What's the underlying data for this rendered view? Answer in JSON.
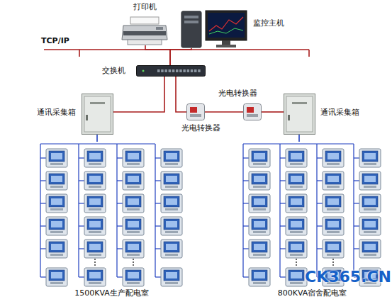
{
  "diagram": {
    "nodes": [
      {
        "text": [
          "打印机"
        ]
      },
      {
        "text": [
          "监控主机"
        ]
      },
      {
        "text": [
          "交换机"
        ]
      },
      {
        "text": [
          "通讯采集箱"
        ]
      },
      {
        "text": [
          "光电转换器"
        ]
      },
      {
        "text": [
          "光电转换器"
        ]
      },
      {
        "text": [
          "通讯采集箱"
        ]
      },
      {
        "text": [
          "1500KVA生产配电室"
        ]
      },
      {
        "text": [
          "800KVA宿舍配电室"
        ]
      }
    ],
    "edges": [
      {
        "from": 0,
        "to": 2,
        "arrow": "none"
      },
      {
        "from": 1,
        "to": 2,
        "arrow": "none"
      },
      {
        "from": 2,
        "to": 3,
        "arrow": "none"
      },
      {
        "from": 2,
        "to": 4,
        "arrow": "none"
      },
      {
        "from": 4,
        "to": 5,
        "arrow": "none"
      },
      {
        "from": 5,
        "to": 6,
        "arrow": "none"
      },
      {
        "from": 3,
        "to": 7,
        "arrow": "none"
      },
      {
        "from": 6,
        "to": 8,
        "arrow": "none"
      }
    ],
    "labels": [
      "TCP/IP",
      "CK365.CN"
    ]
  }
}
